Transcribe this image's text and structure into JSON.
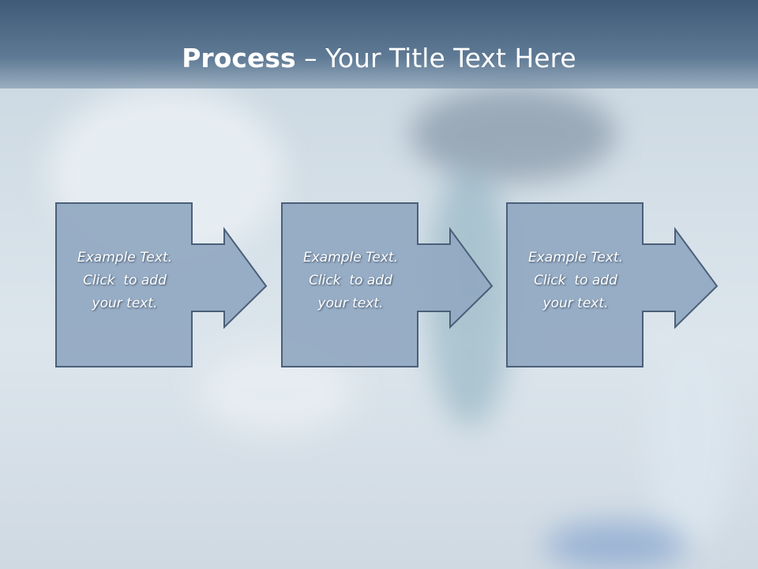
{
  "slide": {
    "title_bold": "Process",
    "title_sep": " – ",
    "title_rest": "Your Title Text Here"
  },
  "steps": [
    {
      "line1": "Example Text.",
      "line2": "Click  to add",
      "line3": "your text."
    },
    {
      "line1": "Example Text.",
      "line2": "Click  to add",
      "line3": "your text."
    },
    {
      "line1": "Example Text.",
      "line2": "Click  to add",
      "line3": "your text."
    }
  ],
  "colors": {
    "title_bar": "#4d6885",
    "box_fill": "#91a8c1",
    "box_stroke": "#4b5f78",
    "text": "#ffffff"
  },
  "icons": {
    "step_shape": "box-with-right-arrow"
  }
}
